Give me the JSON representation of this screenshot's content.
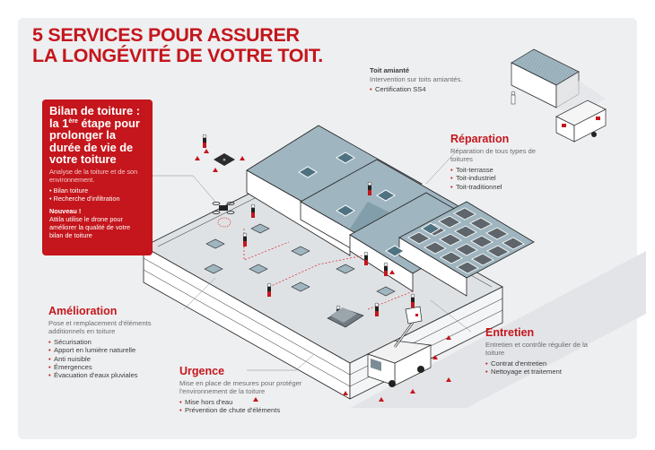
{
  "colors": {
    "brand_red": "#c4161c",
    "card_bg": "#eeeff1",
    "roof_blue": "#9fb5c0",
    "roof_dark": "#6f8f9c",
    "building_top": "#dfe2e5",
    "panel_dark": "#5e656b"
  },
  "title": {
    "line1": "5 SERVICES POUR ASSURER",
    "line2": "LA LONGÉVITÉ DE VOTRE TOIT."
  },
  "bilan": {
    "title_pre": "Bilan de toiture : la 1",
    "title_sup": "ère",
    "title_post": " étape pour prolonger la durée de vie de votre toiture",
    "desc": "Analyse de la toiture et de son environnement.",
    "items": [
      "Bilan toiture",
      "Recherche d'infiltration"
    ],
    "new_title": "Nouveau !",
    "new_text": "Attila utilise le drone pour améliorer la qualité de votre bilan de toiture"
  },
  "toit_amiante": {
    "title": "Toit amianté",
    "desc": "Intervention sur toits amiantés.",
    "items": [
      "Certification SS4"
    ]
  },
  "reparation": {
    "title": "Réparation",
    "desc": "Réparation de tous types de toitures",
    "items": [
      "Toit-terrasse",
      "Toit-industriel",
      "Toit-traditionnel"
    ]
  },
  "amelioration": {
    "title": "Amélioration",
    "desc": "Pose et remplacement d'éléments additionnels en toiture",
    "items": [
      "Sécurisation",
      "Apport en lumière naturelle",
      "Anti nuisible",
      "Émergences",
      "Évacuation d'eaux pluviales"
    ]
  },
  "urgence": {
    "title": "Urgence",
    "desc": "Mise en place de mesures pour protéger l'environnement de la toiture",
    "items": [
      "Mise hors d'eau",
      "Prévention de chute d'éléments"
    ]
  },
  "entretien": {
    "title": "Entretien",
    "desc": "Entretien et contrôle régulier de la toiture",
    "items": [
      "Contrat d'entretien",
      "Nettoyage et traitement"
    ]
  },
  "illustration": {
    "icons": [
      "drone-icon",
      "worker-icon",
      "traffic-cone-icon",
      "truck-icon",
      "cherry-picker-icon",
      "solar-panel-icon",
      "skylight-icon",
      "container-icon",
      "trailer-icon"
    ]
  }
}
